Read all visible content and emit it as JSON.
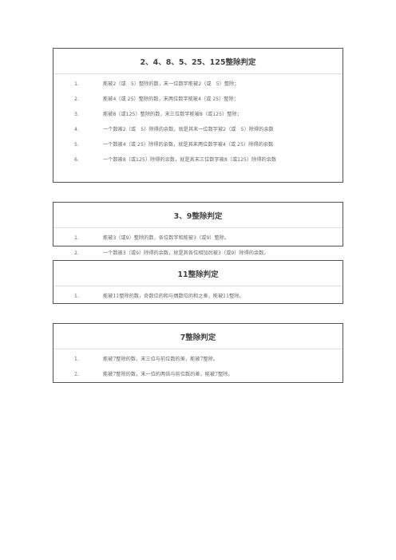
{
  "sections": [
    {
      "title": "2、4、8、5、25、125整除判定",
      "items": [
        {
          "num": "1.",
          "text": "能被2（或　5）整除的数，末一位数字能被2（或　5）整除；"
        },
        {
          "num": "2.",
          "text": "能被4（或 25）整除的数，末两位数字能被4（或 25）整除；"
        },
        {
          "num": "3.",
          "text": "能被8（或125）整除的数，末三位数字能被8（或125）整除；"
        },
        {
          "num": "4.",
          "text": "一个数被2（或　5）除得的余数，就是其末一位数字被2（或　5）除得的余数"
        },
        {
          "num": "5.",
          "text": "一个数被4（或 25）除得的余数，就是其末两位数字被4（或 25）除得的余数"
        },
        {
          "num": "6.",
          "text": "一个数被8（或125）除得的余数，就是其末三位数字被8（或125）除得的余数"
        }
      ]
    },
    {
      "title": "3、9整除判定",
      "items": [
        {
          "num": "1.",
          "text": "能被3（或9）整除的数，各位数字和能被3（或9）整除。"
        },
        {
          "num": "2.",
          "text": "一个数被3（或9）除得的余数，就是其各位相加后被3（或9）除得的余数。"
        }
      ]
    },
    {
      "title": "11整除判定",
      "items": [
        {
          "num": "1.",
          "text": "能被11整除的数，奇数位的和与偶数位的和之差，能被11整除。"
        }
      ]
    },
    {
      "title": "7整除判定",
      "items": [
        {
          "num": "1.",
          "text": "能被7整除的数，末三位与前位数的差，能被7整除。"
        },
        {
          "num": "2.",
          "text": "能被7整除的数，末一位的两倍与前位数的差，能被7整除。"
        }
      ]
    }
  ]
}
